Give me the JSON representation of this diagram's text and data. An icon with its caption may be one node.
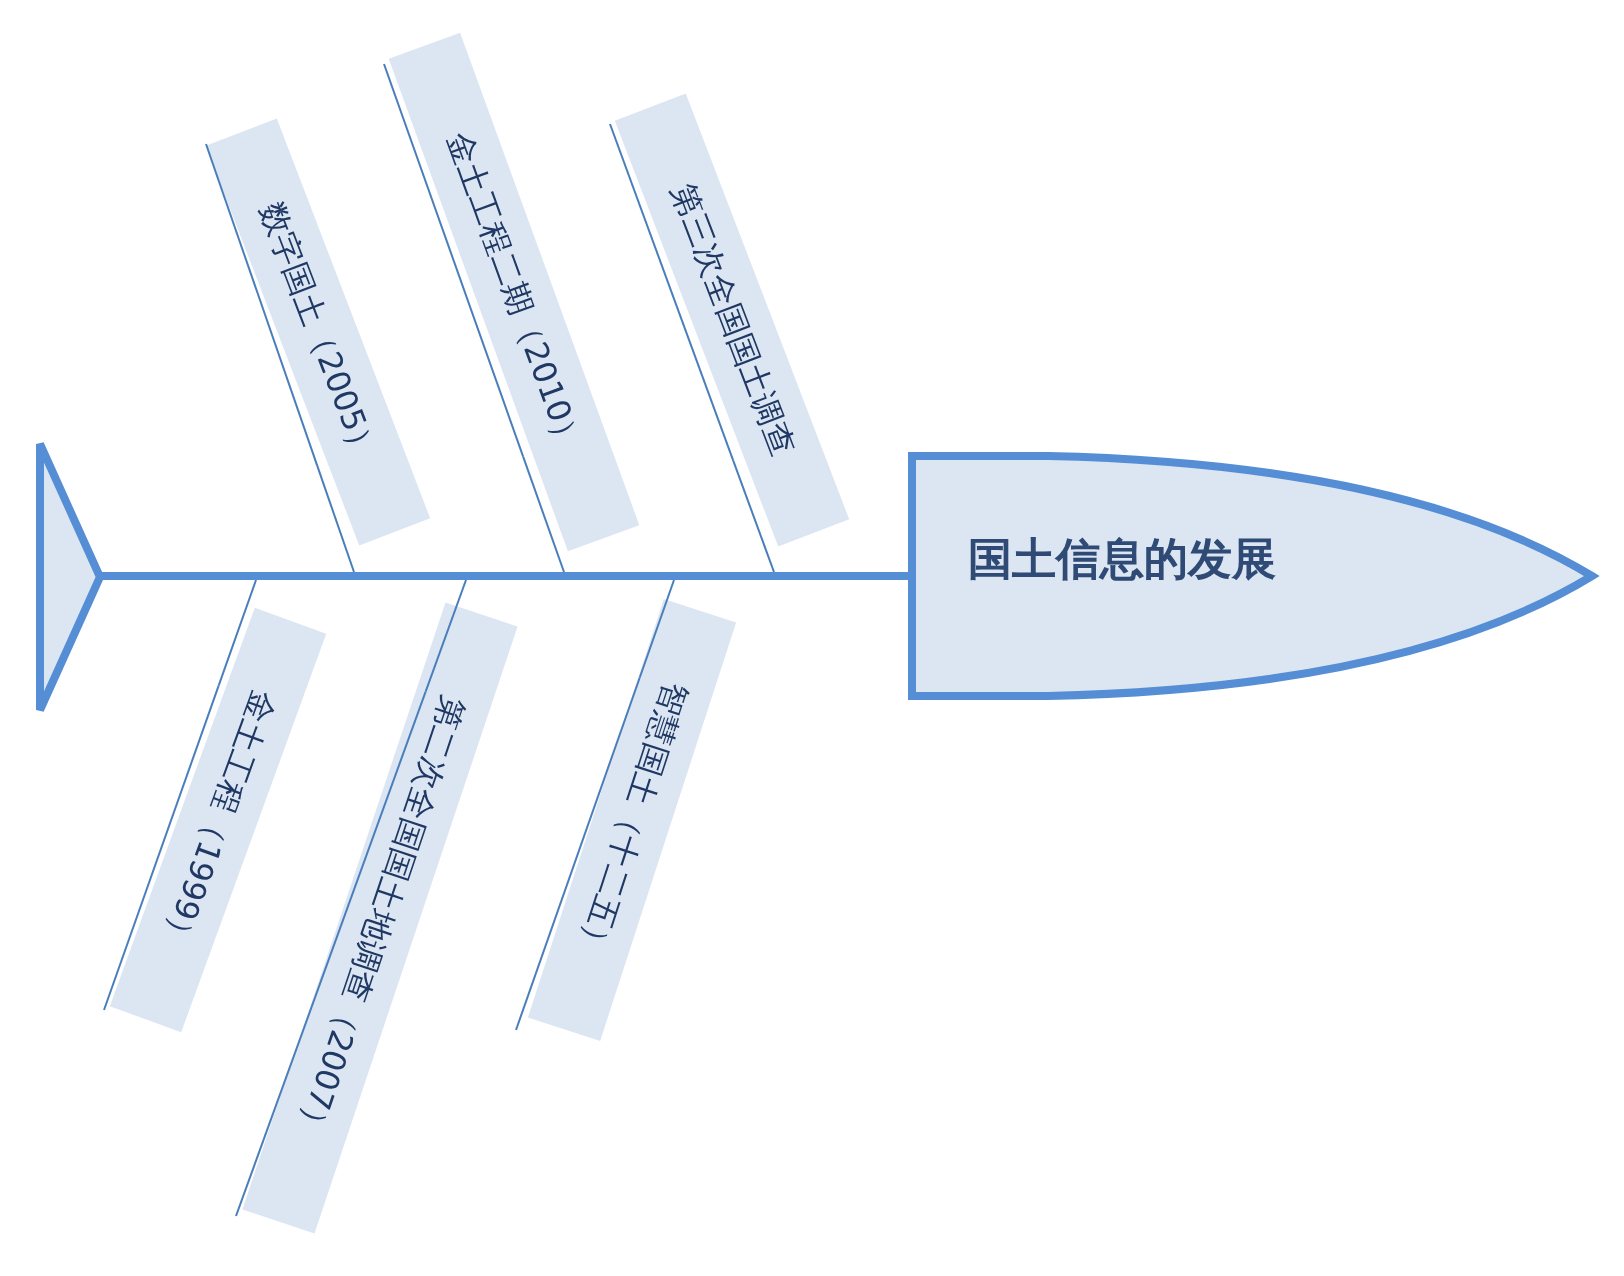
{
  "diagram": {
    "nodes": [
      {
        "text": [],
        "shape": "triangle"
      },
      {
        "text": [],
        "shape": "bar"
      },
      {
        "text": [
          "数字国土（2005）"
        ]
      },
      {
        "text": [
          "金土工程二期（2010）"
        ]
      },
      {
        "text": [
          "第三次全国国土调查"
        ]
      },
      {
        "text": [
          "国土信息的发展"
        ]
      },
      {
        "text": [
          "金土工程（1999）"
        ]
      },
      {
        "text": [
          "第二次全国国土地调查（2007）"
        ]
      },
      {
        "text": [
          "智慧国土（十二五）"
        ]
      }
    ],
    "edges": [
      {
        "from": 2,
        "to": 1,
        "arrow": "none"
      },
      {
        "from": 3,
        "to": 1,
        "arrow": "none"
      },
      {
        "from": 4,
        "to": 1,
        "arrow": "none"
      },
      {
        "from": 6,
        "to": 1,
        "arrow": "none"
      },
      {
        "from": 7,
        "to": 1,
        "arrow": "none"
      },
      {
        "from": 8,
        "to": 1,
        "arrow": "none"
      }
    ]
  }
}
